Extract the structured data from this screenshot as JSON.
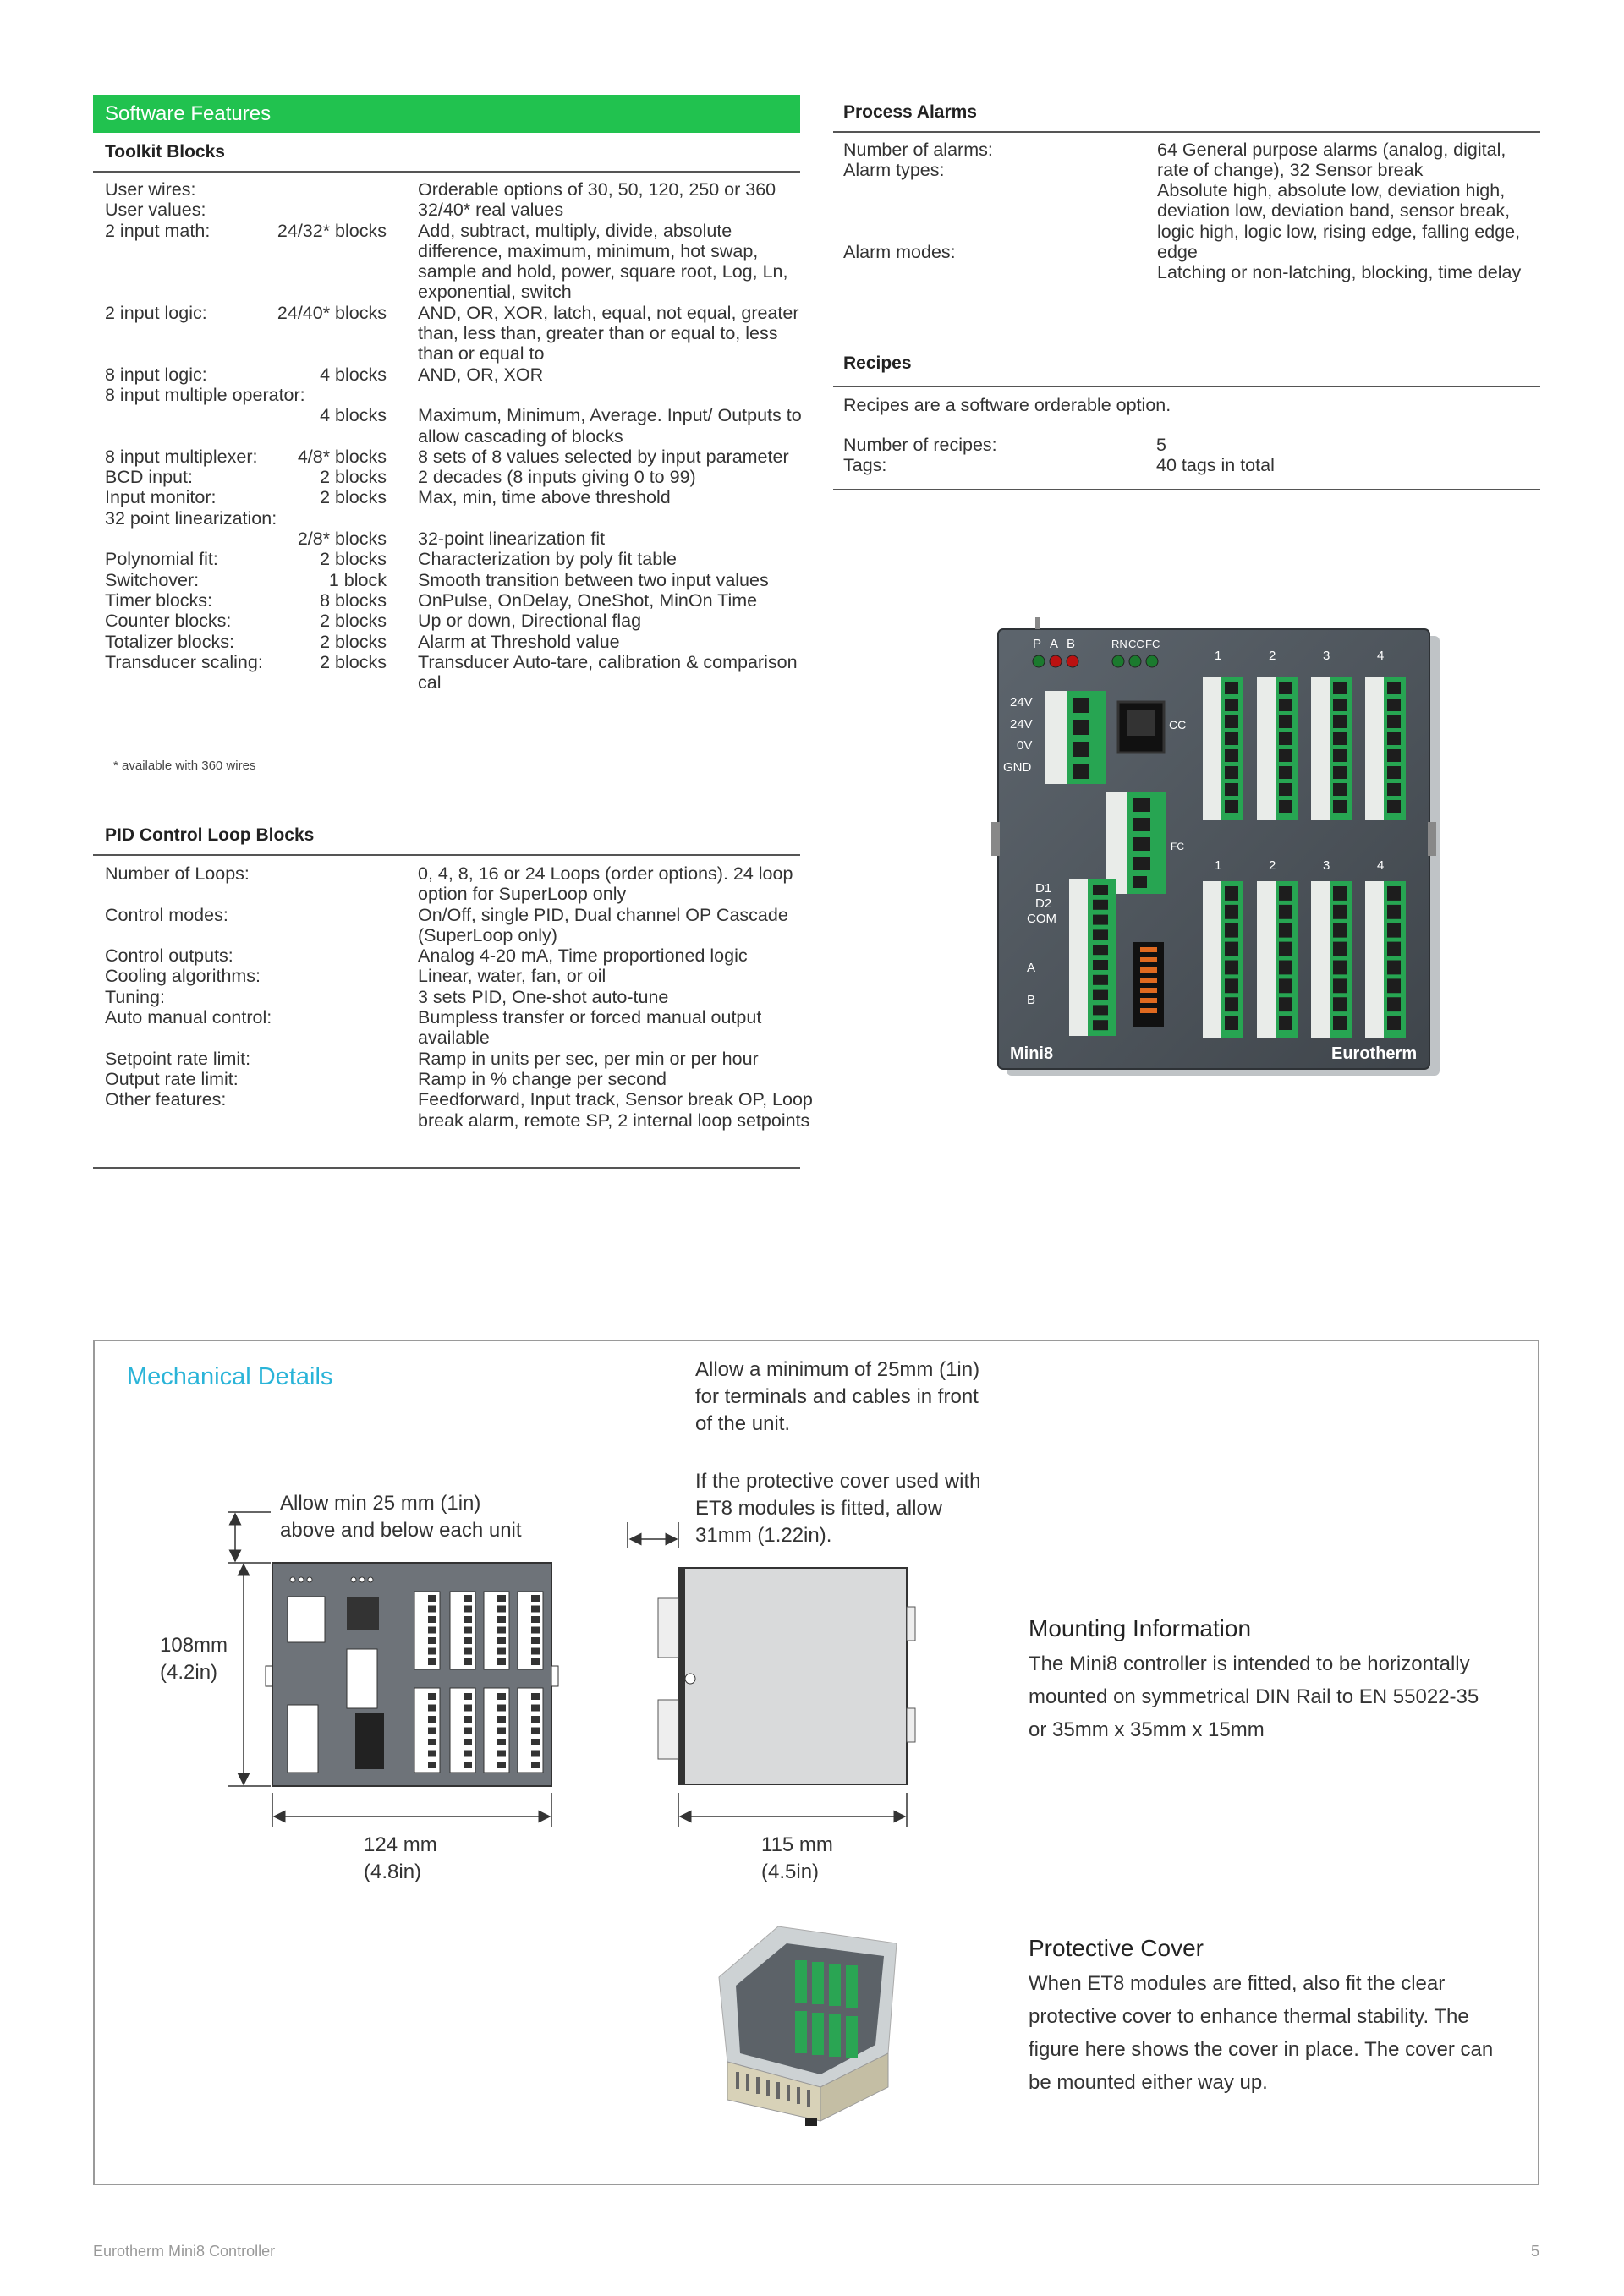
{
  "software": {
    "header": "Software Features",
    "toolkit_title": "Toolkit Blocks",
    "toolkit_rows": [
      {
        "label": "User wires:",
        "count": "",
        "value": "Orderable options of 30, 50, 120, 250 or 360"
      },
      {
        "label": "User values:",
        "count": "",
        "value": "32/40* real values"
      },
      {
        "label": "2 input math:",
        "count": "24/32* blocks",
        "value": "Add, subtract, multiply, divide, absolute difference, maximum, minimum, hot swap, sample and hold, power, square root, Log, Ln, exponential, switch"
      },
      {
        "label": "2 input logic:",
        "count": "24/40* blocks",
        "value": "AND, OR, XOR, latch, equal, not equal, greater than, less than, greater than or equal to, less than or equal to"
      },
      {
        "label": "8 input logic:",
        "count": "4 blocks",
        "value": "AND, OR, XOR"
      },
      {
        "label": "8 input multiple operator:",
        "count": "",
        "value": ""
      },
      {
        "label": "",
        "count": "4 blocks",
        "value": "Maximum, Minimum, Average. Input/ Outputs to allow cascading of blocks"
      },
      {
        "label": "8 input multiplexer:",
        "count": "4/8* blocks",
        "value": "8 sets of 8 values selected by input parameter"
      },
      {
        "label": "BCD input:",
        "count": "2 blocks",
        "value": "2 decades (8 inputs giving 0 to 99)"
      },
      {
        "label": "Input monitor:",
        "count": "2 blocks",
        "value": "Max, min, time above threshold"
      },
      {
        "label": "32 point linearization:",
        "count": "",
        "value": ""
      },
      {
        "label": "",
        "count": "2/8* blocks",
        "value": "32-point linearization fit"
      },
      {
        "label": "Polynomial fit:",
        "count": "2 blocks",
        "value": "Characterization by poly fit table"
      },
      {
        "label": "Switchover:",
        "count": "1 block",
        "value": "Smooth transition between two input values"
      },
      {
        "label": "Timer blocks:",
        "count": "8 blocks",
        "value": "OnPulse, OnDelay, OneShot, MinOn Time"
      },
      {
        "label": "Counter blocks:",
        "count": "2 blocks",
        "value": "Up or down, Directional flag"
      },
      {
        "label": "Totalizer blocks:",
        "count": "2 blocks",
        "value": "Alarm at Threshold value"
      },
      {
        "label": "Transducer scaling:",
        "count": "2 blocks",
        "value": "Transducer Auto-tare, calibration & comparison cal"
      }
    ],
    "footnote": "* available with 360 wires",
    "pid_title": "PID Control Loop Blocks",
    "pid_rows": [
      {
        "label": "Number of Loops:",
        "value": "0, 4, 8, 16 or 24 Loops (order options). 24 loop option for SuperLoop only"
      },
      {
        "label": "Control modes:",
        "value": "On/Off, single PID, Dual channel OP Cascade (SuperLoop only)"
      },
      {
        "label": "Control outputs:",
        "value": "Analog 4-20 mA, Time proportioned logic"
      },
      {
        "label": "Cooling algorithms:",
        "value": "Linear, water, fan, or oil"
      },
      {
        "label": "Tuning:",
        "value": "3 sets PID, One-shot auto-tune"
      },
      {
        "label": "Auto manual control:",
        "value": "Bumpless transfer or forced manual output available"
      },
      {
        "label": "Setpoint rate limit:",
        "value": "Ramp in units per sec, per min or per hour"
      },
      {
        "label": "Output rate limit:",
        "value": "Ramp in % change per second"
      },
      {
        "label": "Other features:",
        "value": "Feedforward, Input track, Sensor break OP, Loop break alarm, remote SP, 2 internal loop setpoints"
      }
    ]
  },
  "alarms": {
    "title": "Process Alarms",
    "label_1": "Number of alarms:",
    "label_2": "Alarm types:",
    "label_3": "Alarm modes:",
    "value_1": "64 General purpose alarms (analog, digital, rate of change), 32 Sensor break",
    "value_2": "Absolute high, absolute low, deviation high, deviation low, deviation band, sensor break, logic high, logic low, rising edge, falling edge, edge",
    "value_3": "Latching or non-latching, blocking, time delay"
  },
  "recipes": {
    "title": "Recipes",
    "intro": "Recipes are a software orderable option.",
    "rows": [
      {
        "label": "Number of recipes:",
        "value": "5"
      },
      {
        "label": "Tags:",
        "value": "40 tags in total"
      }
    ]
  },
  "device_photo": {
    "brand": "Eurotherm",
    "model": "Mini8",
    "leds": [
      "P",
      "A",
      "B",
      "RN",
      "CC",
      "FC"
    ],
    "power_labels": [
      "24V",
      "24V",
      "0V",
      "GND"
    ],
    "io_labels": [
      "D1",
      "D2",
      "COM"
    ],
    "slot_numbers": [
      "1",
      "2",
      "3",
      "4"
    ],
    "port_labels": [
      "CC",
      "FC"
    ]
  },
  "mechanical": {
    "title": "Mechanical Details",
    "front_note": "Allow a minimum of 25mm (1in) for terminals and cables in front of the unit.",
    "cover_note": "If the protective cover used with ET8 modules is fitted, allow 31mm (1.22in).",
    "above_note_1": "Allow min 25 mm (1in)",
    "above_note_2": "above and below each unit",
    "height_1": "108mm",
    "height_2": "(4.2in)",
    "width_1": "124 mm",
    "width_2": "(4.8in)",
    "depth_1": "115 mm",
    "depth_2": "(4.5in)",
    "mounting_title": "Mounting Information",
    "mounting_text": "The Mini8 controller is intended to be horizontally mounted on symmetrical DIN Rail to EN 55022-35 or 35mm x 35mm x 15mm",
    "cover_title": "Protective Cover",
    "cover_text": "When ET8 modules are fitted, also fit the clear protective cover to enhance thermal stability. The figure here shows the cover in place. The cover can be mounted either way up."
  },
  "footer": {
    "left": "Eurotherm Mini8 Controller",
    "page": "5"
  },
  "colors": {
    "accent_green": "#21c24f",
    "accent_cyan": "#2ab4d8"
  }
}
